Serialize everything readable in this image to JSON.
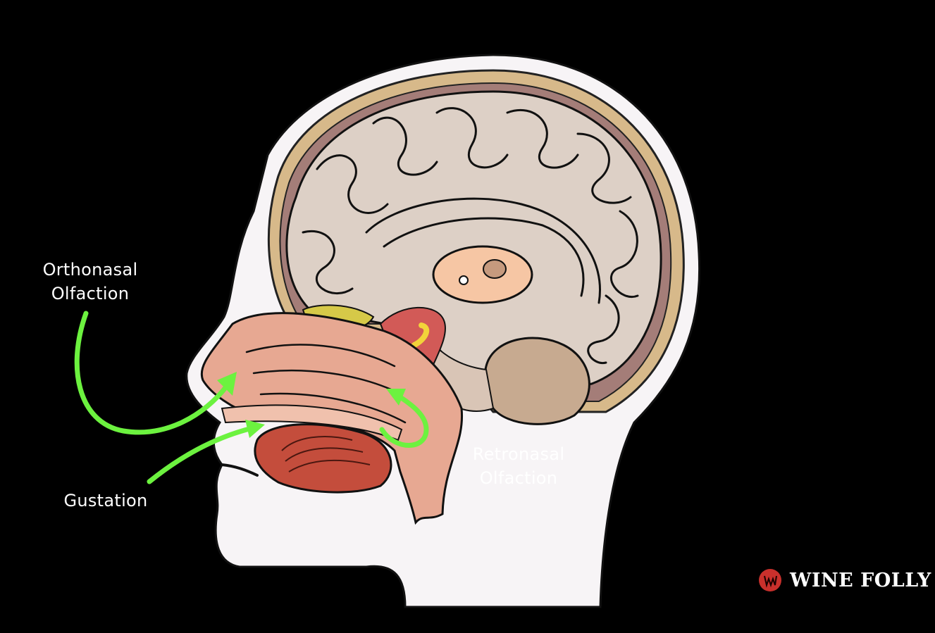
{
  "labels": {
    "orthonasal": [
      "Orthonasal",
      "Olfaction"
    ],
    "gustation": "Gustation",
    "retronasal": [
      "Retronasal",
      "Olfaction"
    ]
  },
  "logo": {
    "text": "WINE FOLLY"
  },
  "colors": {
    "background": "#000000",
    "arrow": "#6cf23f",
    "head_skin": "#f7f4f6",
    "skull": "#d7b98a",
    "brain": "#ddd0c6",
    "nasal_cavity": "#e7a892",
    "tongue": "#c44d3c",
    "logo_red": "#c9302c",
    "label_text": "#ffffff"
  }
}
